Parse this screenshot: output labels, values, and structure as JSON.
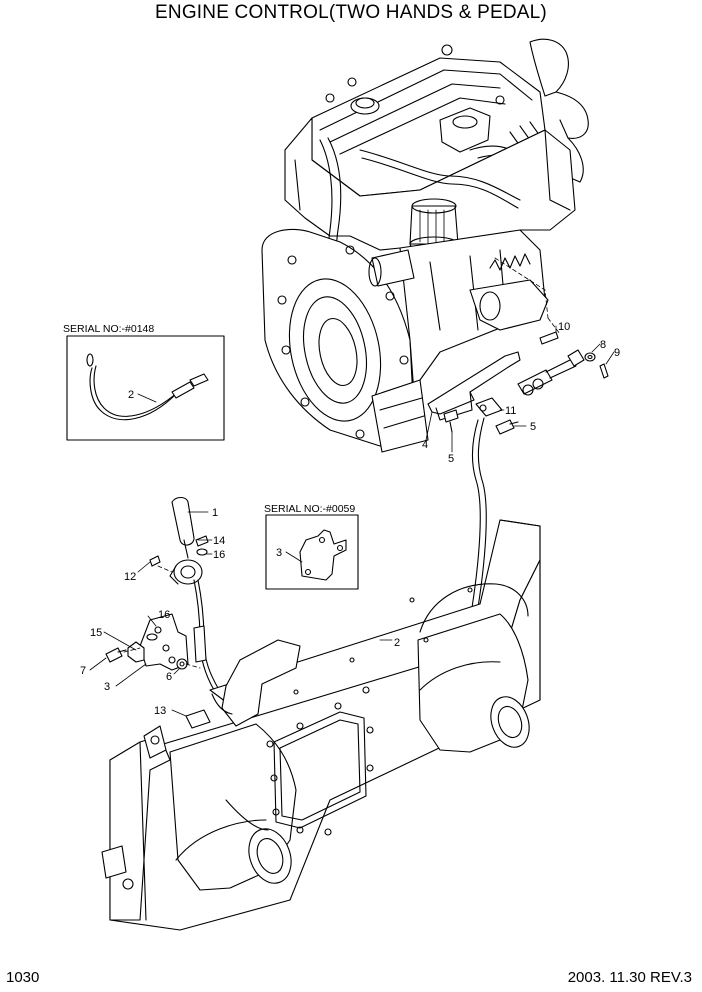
{
  "title": "ENGINE CONTROL(TWO HANDS & PEDAL)",
  "page_number": "1030",
  "revision": "2003. 11.30  REV.3",
  "serial_boxes": {
    "box_a": "SERIAL NO:-#0148",
    "box_b": "SERIAL NO:-#0059"
  },
  "callouts": {
    "c1": "1",
    "c2_inset": "2",
    "c2_frame": "2",
    "c3_inset": "3",
    "c3_bracket": "3",
    "c4": "4",
    "c5_a": "5",
    "c5_b": "5",
    "c6": "6",
    "c7": "7",
    "c8": "8",
    "c9": "9",
    "c10": "10",
    "c11": "11",
    "c12": "12",
    "c13": "13",
    "c14": "14",
    "c15": "15",
    "c16_a": "16",
    "c16_b": "16"
  }
}
